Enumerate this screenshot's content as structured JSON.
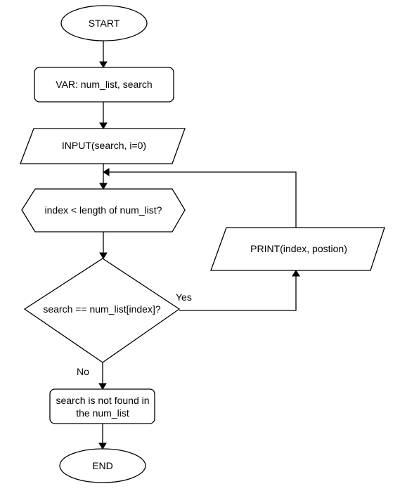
{
  "flowchart": {
    "start": "START",
    "declare": "VAR: num_list, search",
    "input": "INPUT(search, i=0)",
    "loop_condition": "index < length of num_list?",
    "compare_condition": "search == num_list[index]?",
    "print": "PRINT(index, postion)",
    "not_found_line1": "search is not found in",
    "not_found_line2": "the num_list",
    "end": "END",
    "yes_label": "Yes",
    "no_label": "No"
  }
}
